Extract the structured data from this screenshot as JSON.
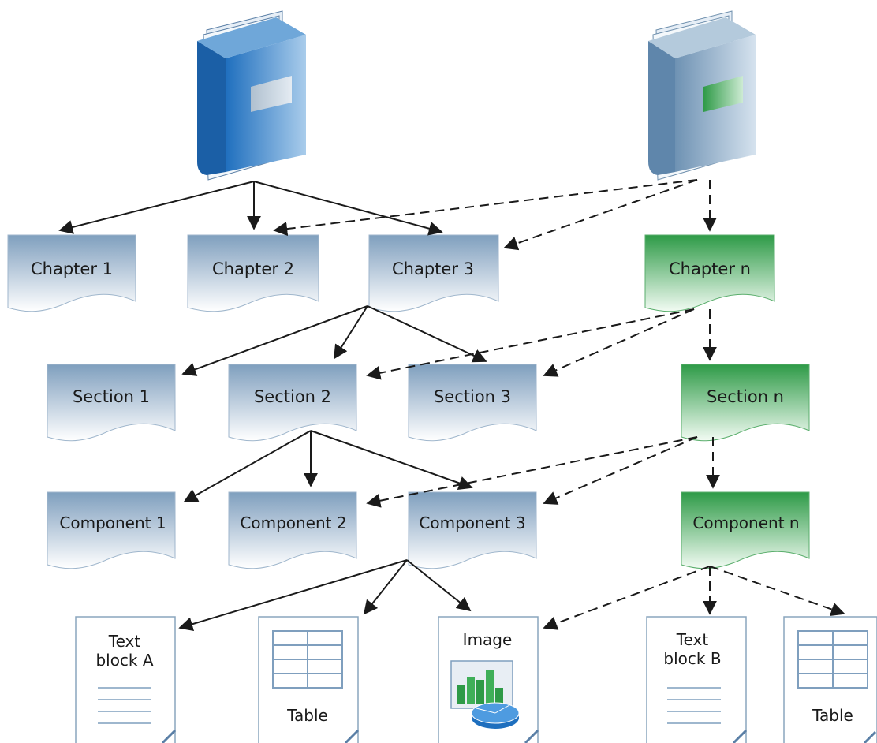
{
  "books": [
    {
      "name": "primary-book",
      "cover_color": "#2E7DC8"
    },
    {
      "name": "secondary-book",
      "cover_color": "#8FAFC8"
    }
  ],
  "chapters": [
    "Chapter 1",
    "Chapter 2",
    "Chapter 3",
    "Chapter n"
  ],
  "sections": [
    "Section 1",
    "Section 2",
    "Section 3",
    "Section n"
  ],
  "components": [
    "Component 1",
    "Component 2",
    "Component 3",
    "Component n"
  ],
  "leaves": {
    "text_block_a": [
      "Text",
      "block A"
    ],
    "table_1": "Table",
    "image": "Image",
    "text_block_b": [
      "Text",
      "block B"
    ],
    "table_2": "Table"
  },
  "colors": {
    "node_blue_top": "#7F9FBE",
    "node_blue_bottom": "#FFFFFF",
    "node_green_top": "#2E9A47",
    "node_green_bottom": "#FFFFFF",
    "doc_border": "#7F9FBE",
    "arrow": "#1a1a1a"
  }
}
